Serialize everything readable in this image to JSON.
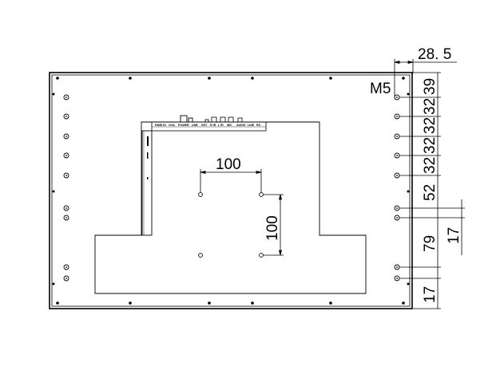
{
  "drawing": {
    "labels": {
      "top_offset": "28. 5",
      "screw_size": "M5",
      "vesa_horizontal": "100",
      "vesa_vertical": "100"
    },
    "right_dimensions": [
      "39",
      "32",
      "32",
      "32",
      "32",
      "52",
      "79",
      "17",
      "17"
    ],
    "connector_labels": [
      "HDMI IN",
      "VGA",
      "POWER",
      "USB",
      "KEY",
      "R IR",
      "L IR",
      "MIC",
      "AUDIO",
      "LINE",
      "RS"
    ]
  }
}
